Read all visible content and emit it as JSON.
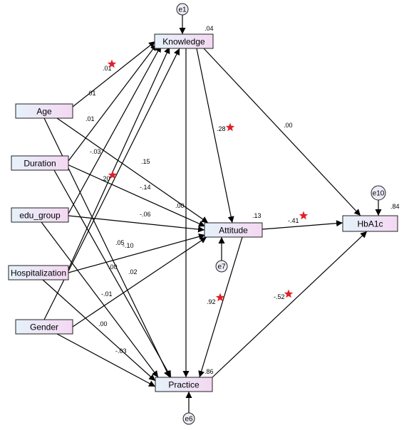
{
  "diagram": {
    "nodes": [
      {
        "id": "knowledge",
        "label": "Knowledge"
      },
      {
        "id": "attitude",
        "label": "Attitude"
      },
      {
        "id": "practice",
        "label": "Practice"
      },
      {
        "id": "hba1c",
        "label": "HbA1c"
      },
      {
        "id": "age",
        "label": "Age"
      },
      {
        "id": "duration",
        "label": "Duration"
      },
      {
        "id": "edu",
        "label": "edu_group"
      },
      {
        "id": "hosp",
        "label": "Hospitalization"
      },
      {
        "id": "gender",
        "label": "Gender"
      }
    ],
    "errors": [
      {
        "id": "e1",
        "label": "e1",
        "target": "knowledge"
      },
      {
        "id": "e7",
        "label": "e7",
        "target": "attitude"
      },
      {
        "id": "e6",
        "label": "e6",
        "target": "practice"
      },
      {
        "id": "e10",
        "label": "e10",
        "target": "hba1c"
      }
    ],
    "r2": {
      "knowledge": ".04",
      "attitude": ".13",
      "practice": ".86",
      "hba1c": ".84"
    },
    "edges": [
      {
        "from": "age",
        "to": "knowledge",
        "coef": ".01",
        "sig": true
      },
      {
        "from": "duration",
        "to": "knowledge",
        "coef": ".01",
        "sig": false
      },
      {
        "from": "edu",
        "to": "knowledge",
        "coef": "-.03",
        "sig": false
      },
      {
        "from": "hosp",
        "to": "knowledge",
        "coef": ".20",
        "sig": true
      },
      {
        "from": "gender",
        "to": "knowledge",
        "coef": ".05",
        "sig": false
      },
      {
        "from": "age",
        "to": "attitude",
        "coef": ".15",
        "sig": false
      },
      {
        "from": "duration",
        "to": "attitude",
        "coef": "-.14",
        "sig": false
      },
      {
        "from": "edu",
        "to": "attitude",
        "coef": "-.06",
        "sig": false
      },
      {
        "from": "hosp",
        "to": "attitude",
        "coef": "-.10",
        "sig": false
      },
      {
        "from": "gender",
        "to": "attitude",
        "coef": ".02",
        "sig": false
      },
      {
        "from": "knowledge",
        "to": "attitude",
        "coef": ".28",
        "sig": true
      },
      {
        "from": "age",
        "to": "practice",
        "coef": ".01",
        "sig": false
      },
      {
        "from": "duration",
        "to": "practice",
        "coef": ".00",
        "sig": false
      },
      {
        "from": "edu",
        "to": "practice",
        "coef": "-.01",
        "sig": false
      },
      {
        "from": "hosp",
        "to": "practice",
        "coef": ".00",
        "sig": false
      },
      {
        "from": "gender",
        "to": "practice",
        "coef": "-.03",
        "sig": false
      },
      {
        "from": "knowledge",
        "to": "practice",
        "coef": ".00",
        "sig": false
      },
      {
        "from": "attitude",
        "to": "practice",
        "coef": ".92",
        "sig": true
      },
      {
        "from": "knowledge",
        "to": "hba1c",
        "coef": ".00",
        "sig": false
      },
      {
        "from": "attitude",
        "to": "hba1c",
        "coef": "-.41",
        "sig": true
      },
      {
        "from": "practice",
        "to": "hba1c",
        "coef": "-.52",
        "sig": true
      }
    ]
  }
}
